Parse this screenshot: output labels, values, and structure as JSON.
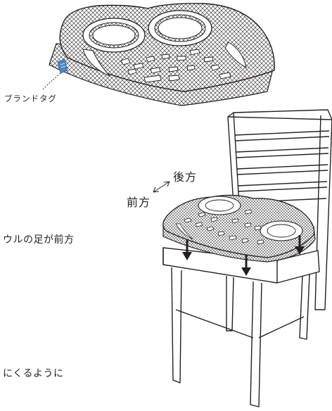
{
  "labels": {
    "brand_tag": "ブランドタグ",
    "back": "後方",
    "front": "前方",
    "instruction_line_1": "ウルの足が前方",
    "instruction_line_2": "にくるように"
  },
  "colors": {
    "line": "#231f20",
    "tag_blue": "#4a86c8",
    "background": "#ffffff"
  },
  "icons": {
    "direction_arrow": "double-headed-arrow",
    "press_arrows": "down-arrow"
  }
}
